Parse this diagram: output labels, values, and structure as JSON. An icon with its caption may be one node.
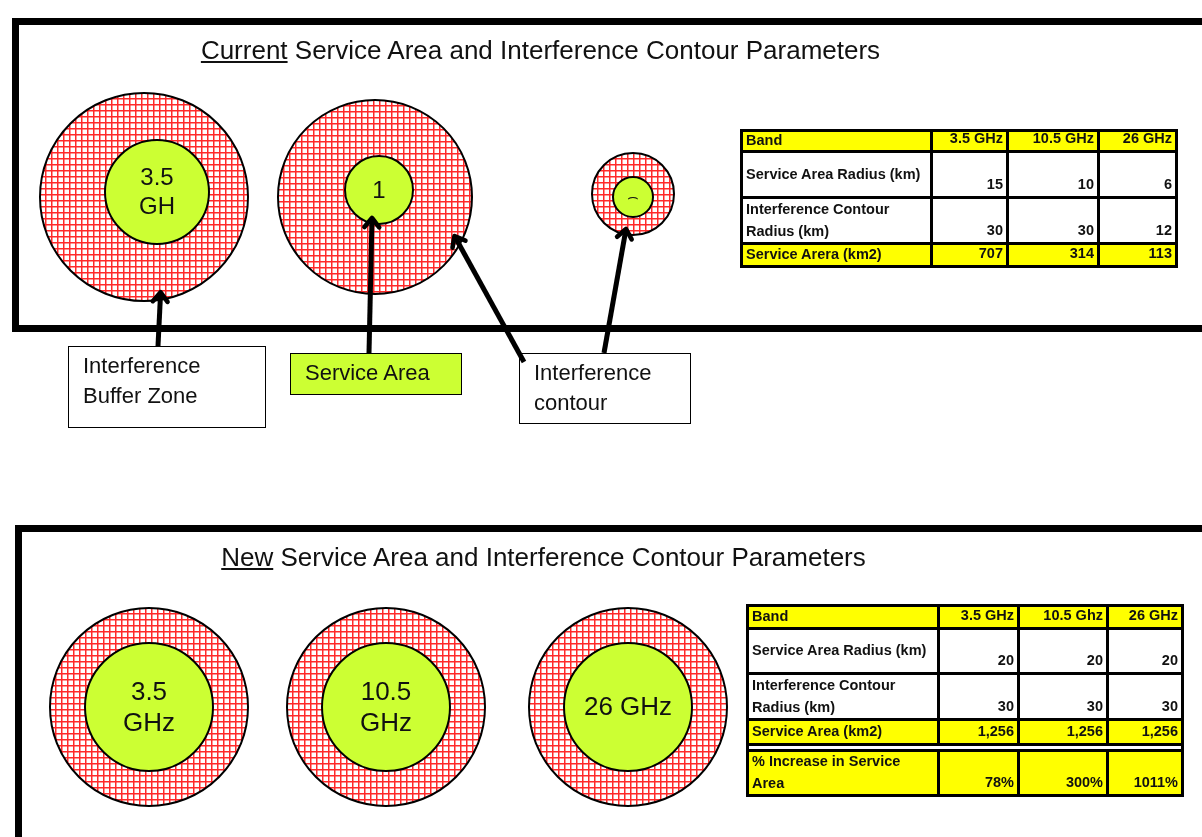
{
  "diagram": {
    "nodes": [
      {
        "text": [
          "Current Service Area and Interference Contour Parameters"
        ]
      },
      {
        "text": [],
        "shape": "circle",
        "in": 0
      },
      {
        "text": [
          "3.5 GH"
        ],
        "in": 1
      },
      {
        "text": [],
        "shape": "circle",
        "in": 0
      },
      {
        "text": [
          "1"
        ],
        "in": 3
      },
      {
        "text": [],
        "shape": "circle",
        "in": 0
      },
      {
        "text": [
          "⌢"
        ],
        "in": 5
      },
      {
        "text": [
          "Interference Buffer Zone"
        ]
      },
      {
        "text": [
          "Service Area"
        ]
      },
      {
        "text": [
          "Interference contour"
        ]
      },
      {
        "text": [
          "New Service Area and Interference Contour Parameters"
        ]
      },
      {
        "text": [],
        "shape": "circle",
        "in": 10
      },
      {
        "text": [
          "3.5 GHz"
        ],
        "in": 11
      },
      {
        "text": [],
        "shape": "circle",
        "in": 10
      },
      {
        "text": [
          "10.5 GHz"
        ],
        "in": 13
      },
      {
        "text": [],
        "shape": "circle",
        "in": 10
      },
      {
        "text": [
          "26 GHz"
        ],
        "in": 15
      }
    ],
    "edges": [
      {
        "from": 7,
        "to": 1,
        "arrow": "to"
      },
      {
        "from": 8,
        "to": 4,
        "arrow": "to"
      },
      {
        "from": 9,
        "to": 3,
        "arrow": "to"
      },
      {
        "from": 9,
        "to": 5,
        "arrow": "to"
      }
    ],
    "labels": [
      "Band",
      "3.5 GHz",
      "10.5 GHz",
      "26 GHz",
      "Service Area Radius (km)",
      "15",
      "10",
      "6",
      "Interference Contour Radius (km)",
      "30",
      "30",
      "12",
      "Service Arera (km2)",
      "707",
      "314",
      "113",
      "Band",
      "3.5 GHz",
      "10.5 Ghz",
      "26 GHz",
      "Service Area Radius (km)",
      "20",
      "20",
      "20",
      "Interference Contour Radius (km)",
      "30",
      "30",
      "30",
      "Service Area (km2)",
      "1,256",
      "1,256",
      "1,256",
      "% Increase in Service Area",
      "78%",
      "300%",
      "1011%"
    ]
  }
}
